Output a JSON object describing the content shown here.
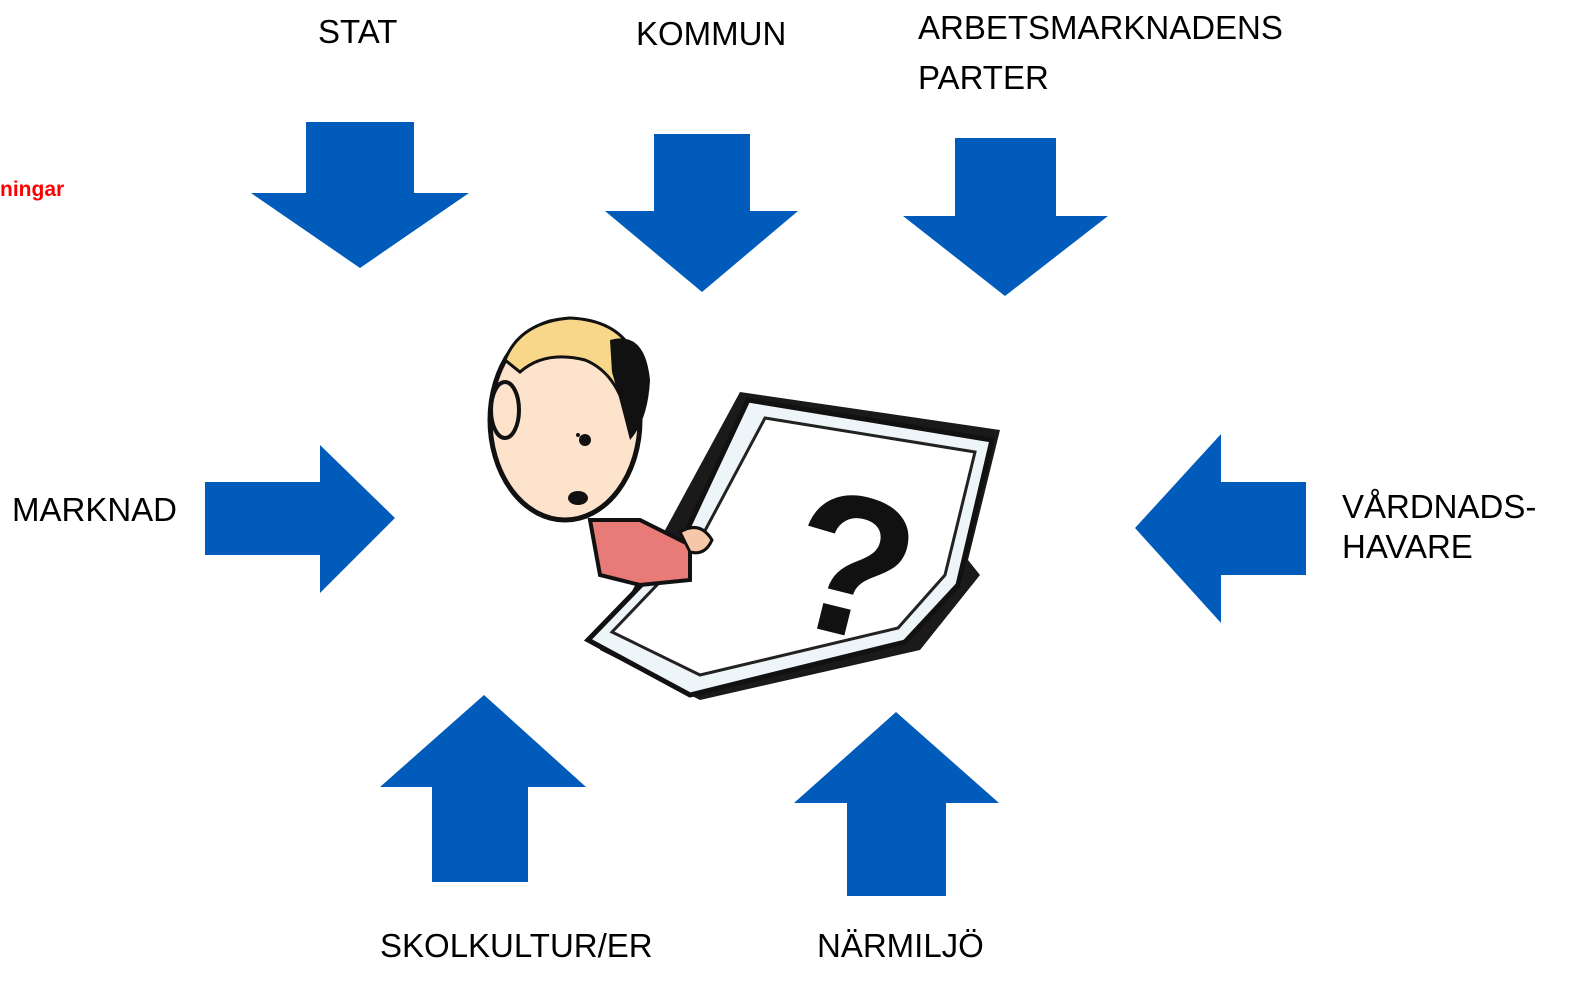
{
  "partial_text": "ningar",
  "arrow_color": "#005bbb",
  "labels": {
    "stat": "STAT",
    "kommun": "KOMMUN",
    "arbetsmarknadens_line1": "ARBETSMARKNADENS",
    "arbetsmarknadens_line2": "PARTER",
    "marknad": "MARKNAD",
    "vardnads_line1": "VÅRDNADS-",
    "vardnads_line2": "HAVARE",
    "skolkultur": "SKOLKULTUR/ER",
    "narmiljo": "NÄRMILJÖ"
  },
  "center_figure": {
    "icon": "confused-person-with-question-mark-paper-icon",
    "paper_symbol": "?"
  }
}
